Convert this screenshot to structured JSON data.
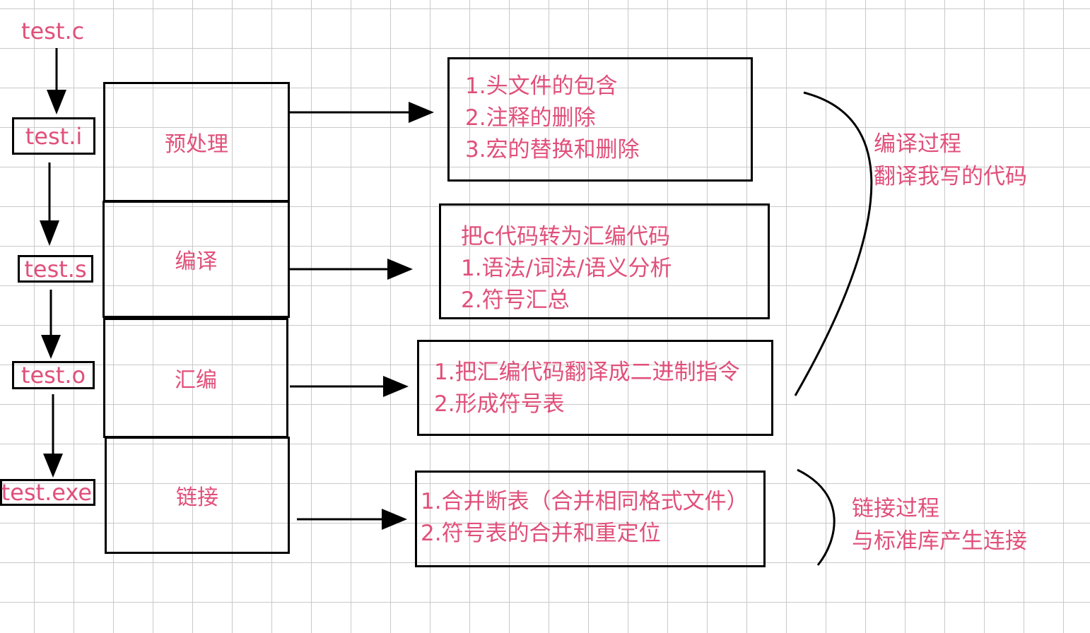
{
  "colors": {
    "text": "#e0507a",
    "line": "#000000",
    "grid": "#c9c9c9"
  },
  "files": {
    "source": "test.c",
    "preprocessed": "test.i",
    "assembly": "test.s",
    "object": "test.o",
    "executable": "test.exe"
  },
  "stages": {
    "preprocess": "预处理",
    "compile": "编译",
    "assemble": "汇编",
    "link": "链接"
  },
  "details": {
    "preprocess": [
      "1.头文件的包含",
      "2.注释的删除",
      "3.宏的替换和删除"
    ],
    "compile": [
      "把c代码转为汇编代码",
      "1.语法/词法/语义分析",
      "2.符号汇总"
    ],
    "assemble": [
      "1.把汇编代码翻译成二进制指令",
      "2.形成符号表"
    ],
    "link": [
      "1.合并断表（合并相同格式文件）",
      "2.符号表的合并和重定位"
    ]
  },
  "notes": {
    "compile_process": [
      "编译过程",
      "翻译我写的代码"
    ],
    "link_process": [
      "链接过程",
      "与标准库产生连接"
    ]
  }
}
